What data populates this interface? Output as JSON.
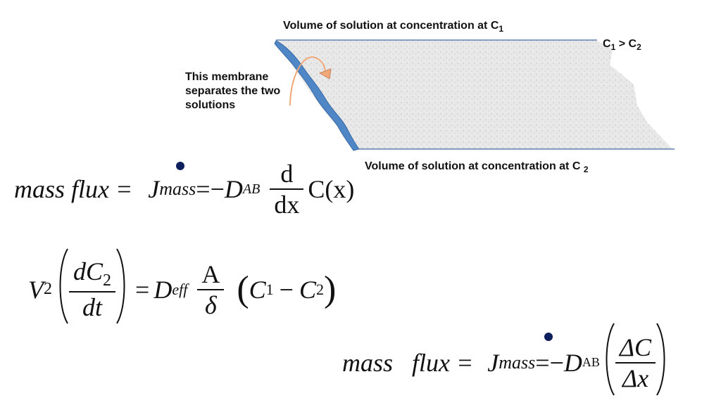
{
  "diagram": {
    "label_top": "Volume of solution at concentration at C",
    "label_top_sub": "1",
    "label_bottom": "Volume of solution at concentration at C",
    "label_bottom_sub": "2",
    "membrane_note": [
      "This membrane",
      "separates the two",
      "solutions"
    ],
    "inequality": {
      "c1": "C",
      "c1_sub": "1",
      "op": ">",
      "c2": "C",
      "c2_sub": "2"
    },
    "colors": {
      "membrane": "#4f86c6",
      "solution": "#e6e6e6",
      "arrow": "#f0a878",
      "dot": "#0d1f5c"
    }
  },
  "eq1": {
    "lhs": "mass flux =",
    "J": "J",
    "J_sub": "mass",
    "eq_minus": "=−",
    "D": "D",
    "D_sub": "AB",
    "num": "d",
    "den": "dx",
    "fn": "C(x)"
  },
  "eq2": {
    "V": "V",
    "V_sub": "2",
    "num_d": "d",
    "num_C": "C",
    "num_sub": "2",
    "den": "dt",
    "equals": "=",
    "D": "D",
    "D_sub": "eff",
    "frac_num": "A",
    "frac_den": "δ",
    "C1": "C",
    "C1_sub": "1",
    "minus": "−",
    "C2": "C",
    "C2_sub": "2"
  },
  "eq3": {
    "lhs": "mass   flux =",
    "J": "J",
    "J_sub": "mass",
    "eq_minus": "=−",
    "D": "D",
    "D_sub": "AB",
    "num": "ΔC",
    "den": "Δx"
  }
}
